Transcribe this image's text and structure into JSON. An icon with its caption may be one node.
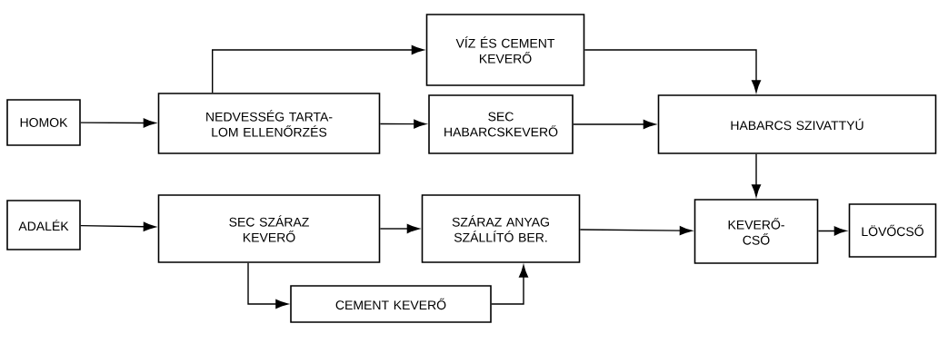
{
  "diagram": {
    "nodes": [
      {
        "text": [
          "VÍZ ÉS CEMENT KEVERŐ"
        ]
      },
      {
        "text": [
          "HOMOK"
        ]
      },
      {
        "text": [
          "NEDVESSÉG TARTA- LOM ELLENŐRZÉS"
        ]
      },
      {
        "text": [
          "SEC HABARCSKEVERŐ"
        ]
      },
      {
        "text": [
          "HABARCS SZIVATTYÚ"
        ]
      },
      {
        "text": [
          "ADALÉK"
        ]
      },
      {
        "text": [
          "SEC SZÁRAZ KEVERŐ"
        ]
      },
      {
        "text": [
          "SZÁRAZ ANYAG SZÁLLÍTÓ BER."
        ]
      },
      {
        "text": [
          "KEVERŐ- CSŐ"
        ]
      },
      {
        "text": [
          "LÖVŐCSŐ"
        ]
      },
      {
        "text": [
          "CEMENT KEVERŐ"
        ]
      }
    ],
    "edges": [
      {
        "from": 1,
        "to": 2,
        "arrow": "to"
      },
      {
        "from": 2,
        "to": 0,
        "arrow": "to"
      },
      {
        "from": 2,
        "to": 3,
        "arrow": "to"
      },
      {
        "from": 0,
        "to": 4,
        "arrow": "to"
      },
      {
        "from": 3,
        "to": 4,
        "arrow": "to"
      },
      {
        "from": 4,
        "to": 8,
        "arrow": "to"
      },
      {
        "from": 5,
        "to": 6,
        "arrow": "to"
      },
      {
        "from": 6,
        "to": 7,
        "arrow": "to"
      },
      {
        "from": 7,
        "to": 8,
        "arrow": "to"
      },
      {
        "from": 8,
        "to": 9,
        "arrow": "to"
      },
      {
        "from": 6,
        "to": 10,
        "arrow": "to"
      },
      {
        "from": 10,
        "to": 7,
        "arrow": "to"
      }
    ]
  }
}
